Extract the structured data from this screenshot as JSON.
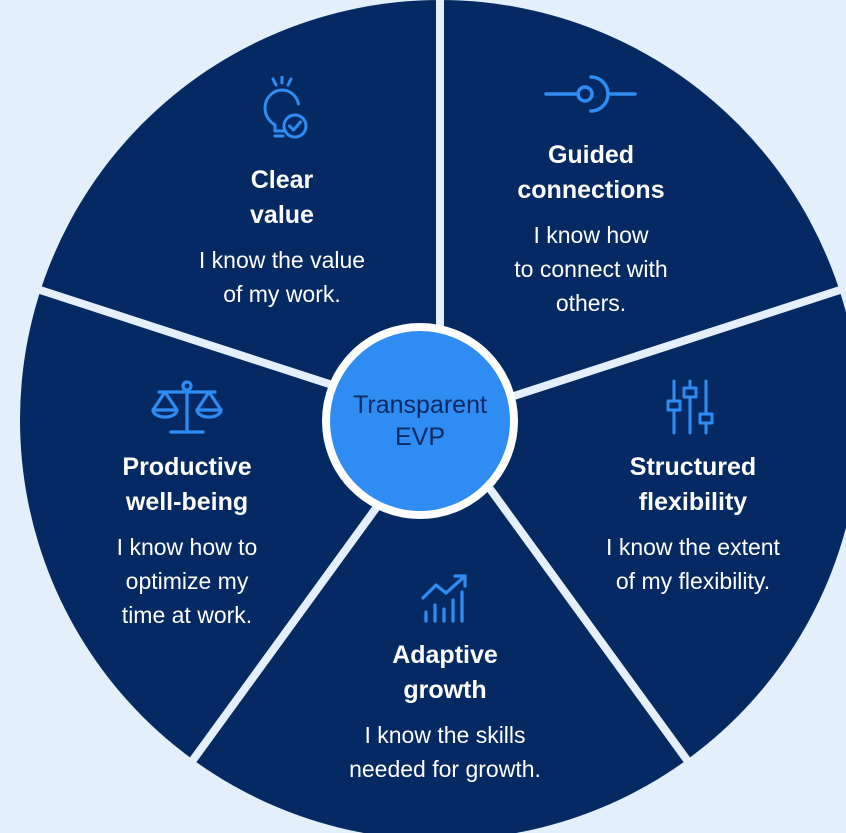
{
  "center": {
    "line1": "Transparent",
    "line2": "EVP"
  },
  "segments": [
    {
      "id": "clear-value",
      "icon": "lightbulb-check-icon",
      "title": [
        "Clear",
        "value"
      ],
      "desc": [
        "I know the value",
        "of my work."
      ]
    },
    {
      "id": "guided-connections",
      "icon": "connection-node-icon",
      "title": [
        "Guided",
        "connections"
      ],
      "desc": [
        "I know how",
        "to connect with",
        "others."
      ]
    },
    {
      "id": "structured-flexibility",
      "icon": "sliders-icon",
      "title": [
        "Structured",
        "flexibility"
      ],
      "desc": [
        "I know the extent",
        "of my flexibility."
      ]
    },
    {
      "id": "adaptive-growth",
      "icon": "growth-chart-icon",
      "title": [
        "Adaptive",
        "growth"
      ],
      "desc": [
        "I know the skills",
        "needed for growth."
      ]
    },
    {
      "id": "productive-well-being",
      "icon": "balance-scale-icon",
      "title": [
        "Productive",
        "well-being"
      ],
      "desc": [
        "I know how to",
        "optimize my",
        "time at work."
      ]
    }
  ],
  "colors": {
    "segment": "#052a63",
    "divider": "#e3f0fb",
    "icon": "#2f8cf2",
    "center": "#2f8cf2",
    "text": "#ffffff"
  }
}
